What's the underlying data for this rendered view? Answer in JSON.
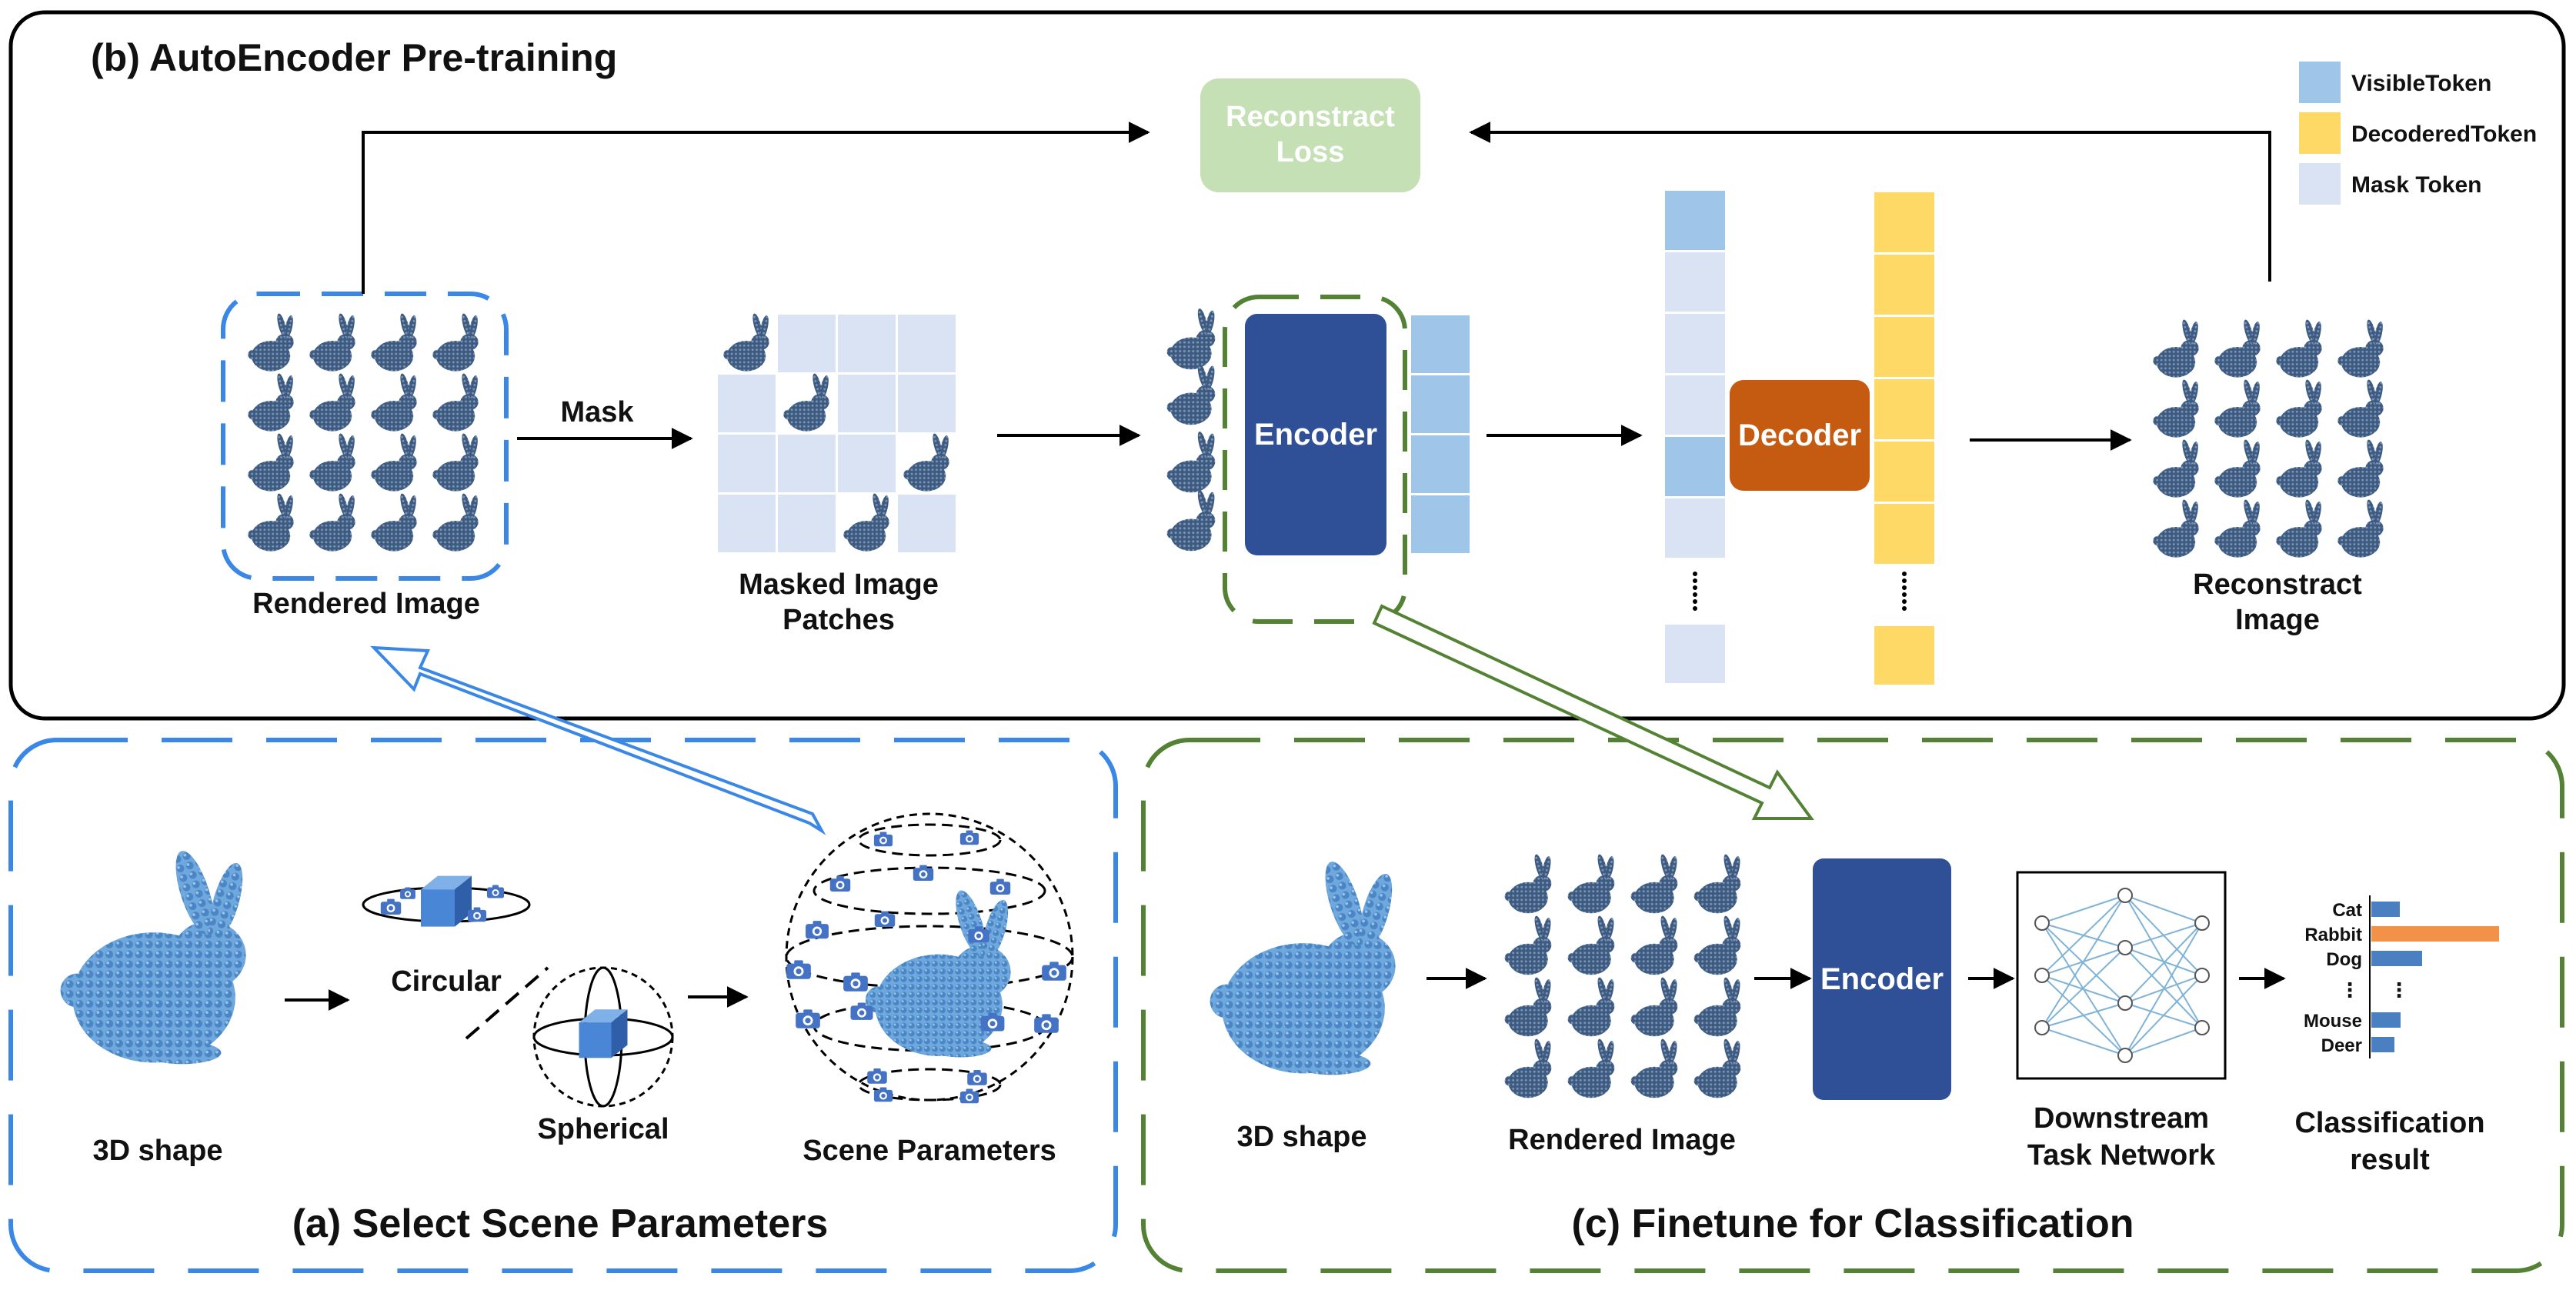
{
  "panel_b": {
    "title": "(b) AutoEncoder Pre-training",
    "rendered_image_label": "Rendered Image",
    "mask_label": "Mask",
    "masked_patches_label_1": "Masked Image",
    "masked_patches_label_2": "Patches",
    "encoder_label": "Encoder",
    "decoder_label": "Decoder",
    "loss_label_1": "Reconstract",
    "loss_label_2": "Loss",
    "reconstruct_label_1": "Reconstract",
    "reconstruct_label_2": "Image",
    "legend": [
      {
        "label": "VisibleToken",
        "color": "#9fc5e8"
      },
      {
        "label": "DecoderedToken",
        "color": "#ffd966"
      },
      {
        "label": "Mask Token",
        "color": "#dae3f3"
      }
    ]
  },
  "panel_a": {
    "title": "(a) Select Scene Parameters",
    "shape_label": "3D shape",
    "circular_label": "Circular",
    "spherical_label": "Spherical",
    "scene_label": "Scene Parameters"
  },
  "panel_c": {
    "title": "(c)  Finetune for Classification",
    "shape_label": "3D shape",
    "rendered_label": "Rendered Image",
    "encoder_label": "Encoder",
    "network_label_1": "Downstream",
    "network_label_2": "Task Network",
    "result_label_1": "Classification",
    "result_label_2": "result",
    "classes": [
      {
        "name": "Cat",
        "value": 0.22,
        "color": "#4a7fc1"
      },
      {
        "name": "Rabbit",
        "value": 1.0,
        "color": "#f19248"
      },
      {
        "name": "Dog",
        "value": 0.4,
        "color": "#4a7fc1"
      },
      {
        "name": "Mouse",
        "value": 0.23,
        "color": "#4a7fc1"
      },
      {
        "name": "Deer",
        "value": 0.18,
        "color": "#4a7fc1"
      }
    ],
    "ellipsis_label": "⋮"
  },
  "colors": {
    "encoder": "#2f4f96",
    "decoder": "#c55a11",
    "loss": "#c5e0b4",
    "blue_dash": "#3a87e6",
    "green_dash": "#548235",
    "point_cloud": "#5b9bd5",
    "bunny_dark": "#3d5a80"
  }
}
